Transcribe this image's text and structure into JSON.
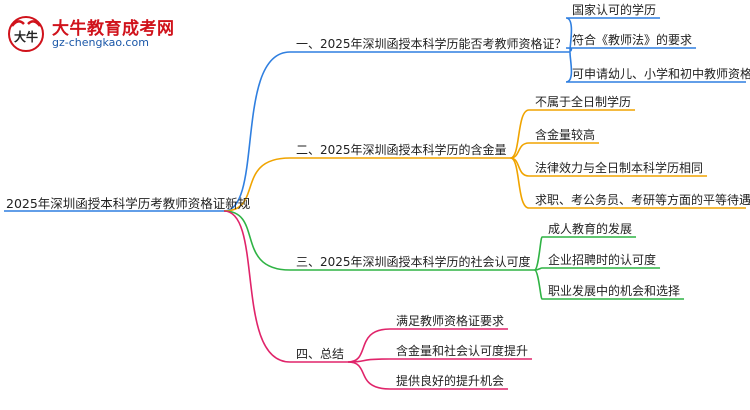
{
  "logo": {
    "title": "大牛教育成考网",
    "url": "gz-chengkao.com",
    "mark_text": "大牛"
  },
  "root": "2025年深圳函授本科学历考教师资格证新规",
  "branches": [
    {
      "label": "一、2025年深圳函授本科学历能否考教师资格证？",
      "color": "#2f7fe0",
      "children": [
        "国家认可的学历",
        "符合《教师法》的要求",
        "可申请幼儿、小学和初中教师资格证"
      ]
    },
    {
      "label": "二、2025年深圳函授本科学历的含金量",
      "color": "#f0a400",
      "children": [
        "不属于全日制学历",
        "含金量较高",
        "法律效力与全日制本科学历相同",
        "求职、考公务员、考研等方面的平等待遇"
      ]
    },
    {
      "label": "三、2025年深圳函授本科学历的社会认可度",
      "color": "#2fb344",
      "children": [
        "成人教育的发展",
        "企业招聘时的认可度",
        "职业发展中的机会和选择"
      ]
    },
    {
      "label": "四、总结",
      "color": "#e0246a",
      "children": [
        "满足教师资格证要求",
        "含金量和社会认可度提升",
        "提供良好的提升机会"
      ]
    }
  ]
}
